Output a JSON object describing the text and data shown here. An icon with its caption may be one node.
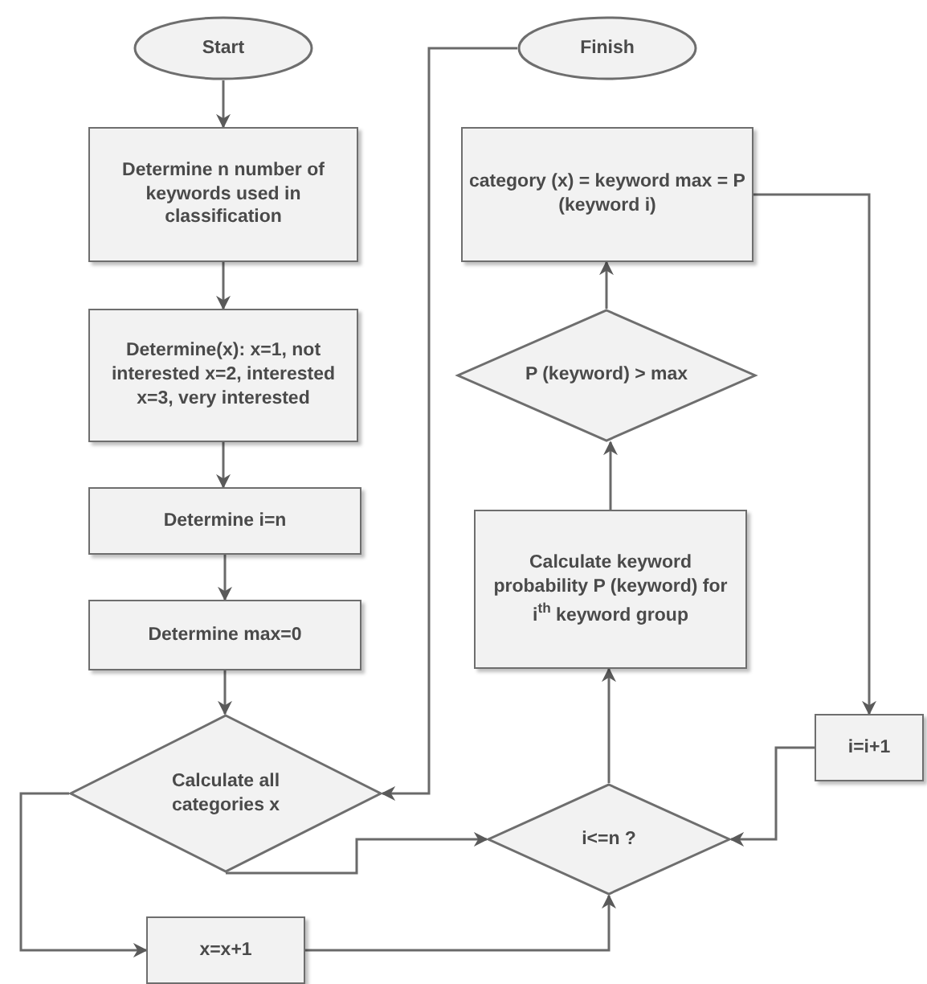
{
  "diagram": {
    "nodes": [
      {
        "text": [
          "Start"
        ]
      },
      {
        "text": [
          "Determine n number of keywords used in classification"
        ]
      },
      {
        "text": [
          "Determine(x): x=1, not interested x=2, interested x=3, very interested"
        ]
      },
      {
        "text": [
          "Determine i=n"
        ]
      },
      {
        "text": [
          "Determine max=0"
        ]
      },
      {
        "text": [
          "Calculate all categories x"
        ]
      },
      {
        "text": [
          "x=x+1"
        ]
      },
      {
        "text": [
          "Finish"
        ]
      },
      {
        "text": [
          "category (x) = keyword max = P (keyword i)"
        ]
      },
      {
        "text": [
          "P (keyword) > max"
        ]
      },
      {
        "text": [
          "Calculate keyword probability P (keyword) for i$^{th}$ keyword group"
        ]
      },
      {
        "text": [
          "i<=n ?"
        ]
      },
      {
        "text": [
          "i=i+1"
        ]
      }
    ],
    "edges": [
      {
        "from": 0,
        "to": 1,
        "arrow": "to"
      },
      {
        "from": 1,
        "to": 2,
        "arrow": "to"
      },
      {
        "from": 2,
        "to": 3,
        "arrow": "to"
      },
      {
        "from": 3,
        "to": 4,
        "arrow": "to"
      },
      {
        "from": 4,
        "to": 5,
        "arrow": "to"
      },
      {
        "from": 7,
        "to": 5,
        "arrow": "to"
      },
      {
        "from": 5,
        "to": 11,
        "arrow": "to"
      },
      {
        "from": 5,
        "to": 6,
        "arrow": "to"
      },
      {
        "from": 6,
        "to": 11,
        "arrow": "to"
      },
      {
        "from": 11,
        "to": 10,
        "arrow": "to"
      },
      {
        "from": 10,
        "to": 9,
        "arrow": "to"
      },
      {
        "from": 9,
        "to": 8,
        "arrow": "to"
      },
      {
        "from": 8,
        "to": 12,
        "arrow": "to"
      },
      {
        "from": 12,
        "to": 11,
        "arrow": "to"
      }
    ]
  }
}
